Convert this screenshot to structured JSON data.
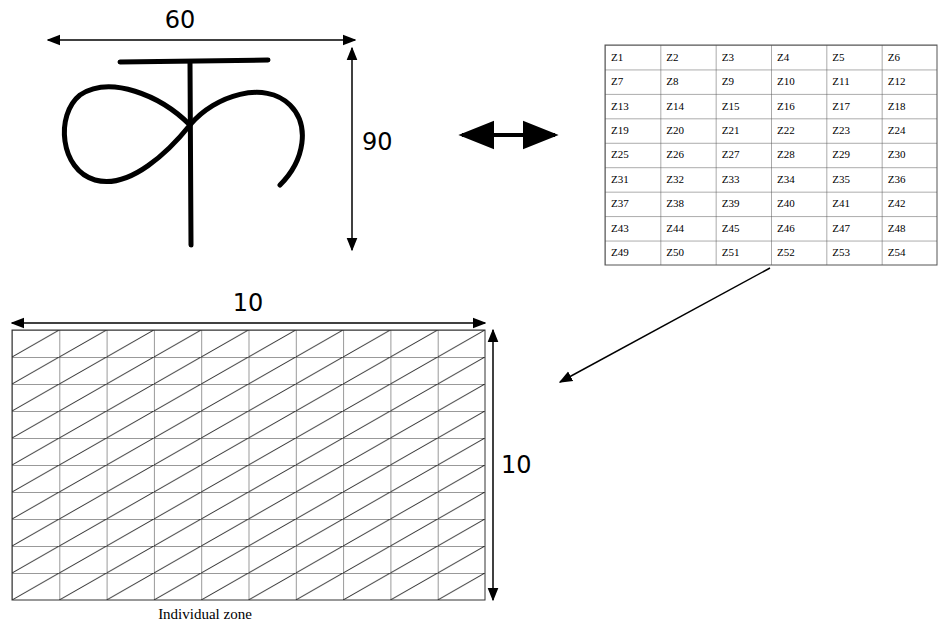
{
  "diagram": {
    "labels": [
      "60",
      "90",
      "Z1",
      "Z2",
      "Z3",
      "Z4",
      "Z5",
      "Z6",
      "Z7",
      "Z8",
      "Z9",
      "Z10",
      "Z11",
      "Z12",
      "Z13",
      "Z14",
      "Z15",
      "Z16",
      "Z17",
      "Z18",
      "Z19",
      "Z20",
      "Z21",
      "Z22",
      "Z23",
      "Z24",
      "Z25",
      "Z26",
      "Z27",
      "Z28",
      "Z29",
      "Z30",
      "Z31",
      "Z32",
      "Z33",
      "Z34",
      "Z35",
      "Z36",
      "Z37",
      "Z38",
      "Z39",
      "Z40",
      "Z41",
      "Z42",
      "Z43",
      "Z44",
      "Z45",
      "Z46",
      "Z47",
      "Z48",
      "Z49",
      "Z50",
      "Z51",
      "Z52",
      "Z53",
      "Z54",
      "10",
      "10",
      "Individual zone"
    ]
  }
}
